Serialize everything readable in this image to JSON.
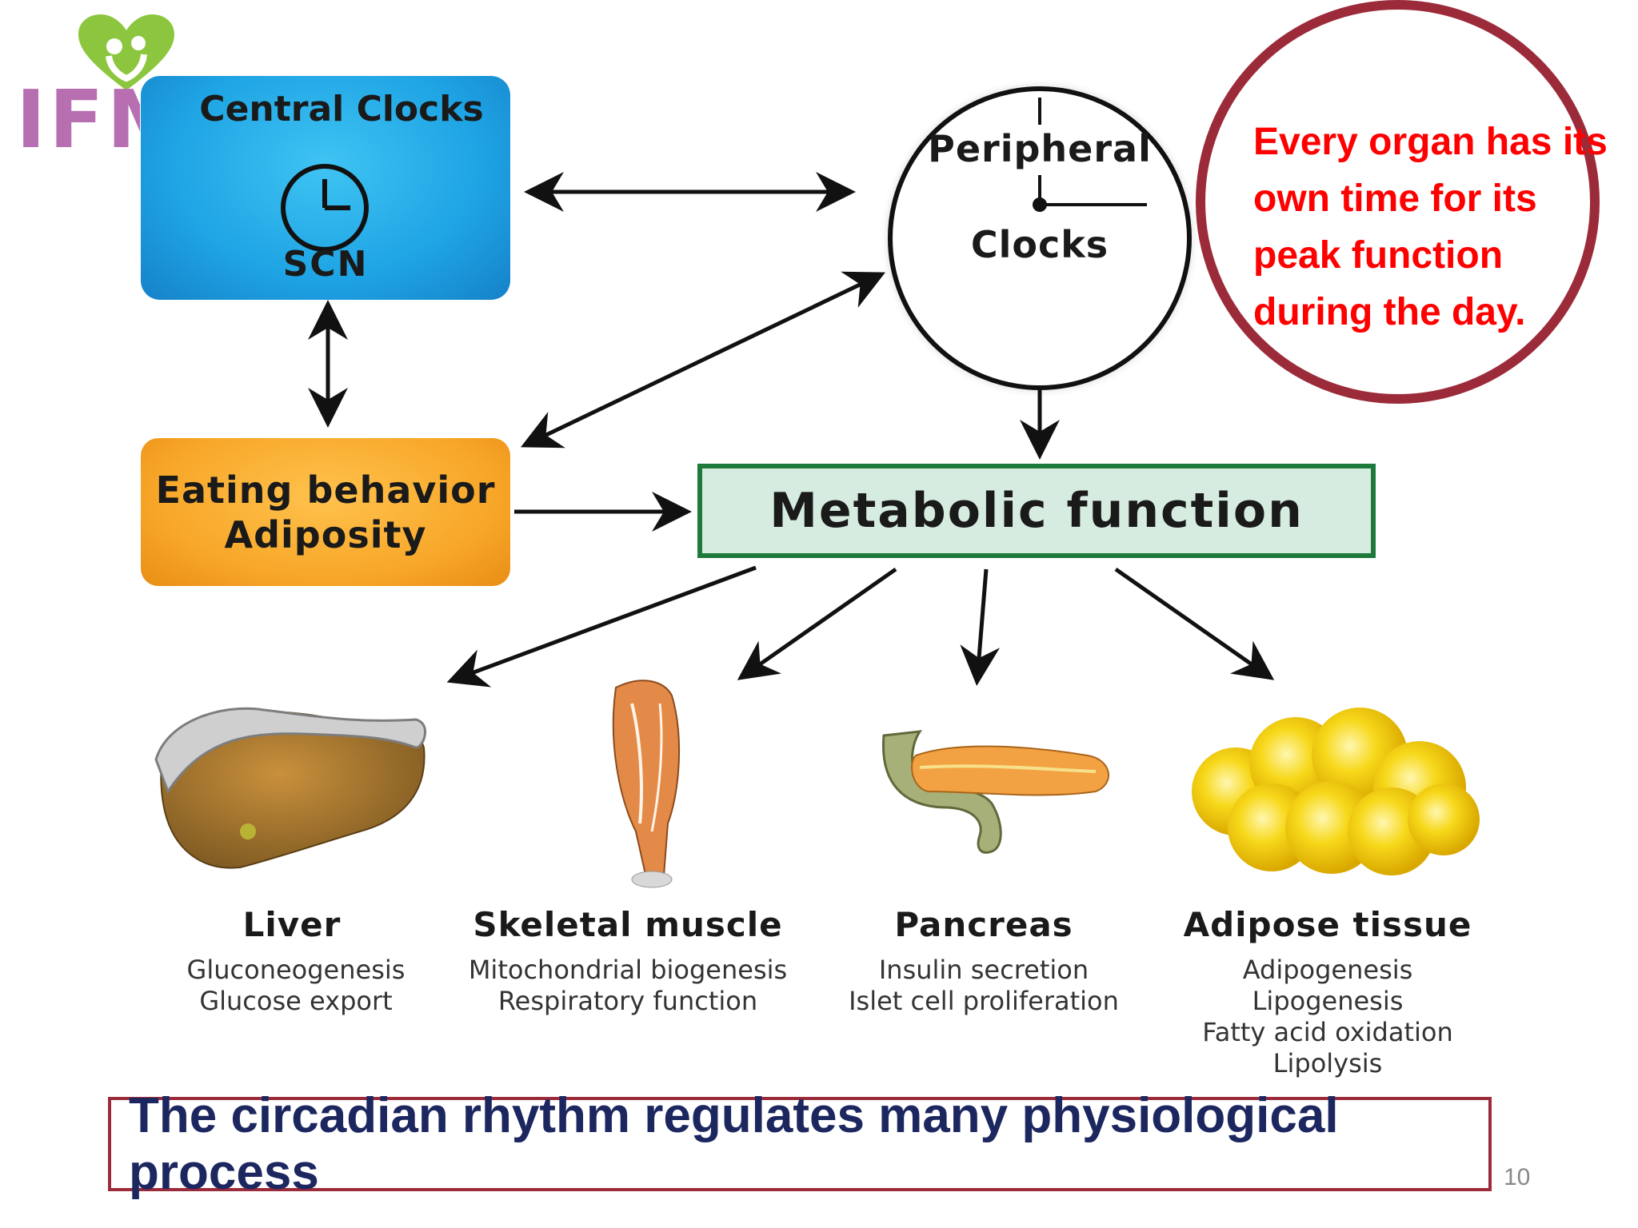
{
  "logo": {
    "text": "IFM",
    "heart_color": "#8cc63f"
  },
  "central_clocks": {
    "title": "Central Clocks",
    "subtitle": "SCN",
    "icon": "clock-icon",
    "color": "#1ea3e4"
  },
  "peripheral_clocks": {
    "line1": "Peripheral",
    "line2": "Clocks",
    "icon": "clock-face"
  },
  "eating": {
    "line1": "Eating behavior",
    "line2": "Adiposity",
    "color": "#f7a628"
  },
  "metabolic": {
    "label": "Metabolic function",
    "border_color": "#1e7a3a",
    "fill_color": "#d6ece0"
  },
  "callout": {
    "text": "Every organ has its own time for its peak function during the day.",
    "color": "#ff0000",
    "ring_color": "#9c2b3a"
  },
  "organs": [
    {
      "name": "Liver",
      "functions": [
        "Gluconeogenesis",
        "Glucose export"
      ]
    },
    {
      "name": "Skeletal muscle",
      "functions": [
        "Mitochondrial biogenesis",
        "Respiratory function"
      ]
    },
    {
      "name": "Pancreas",
      "functions": [
        "Insulin secretion",
        "Islet cell proliferation"
      ]
    },
    {
      "name": "Adipose tissue",
      "functions": [
        "Adipogenesis",
        "Lipogenesis",
        "Fatty acid oxidation",
        "Lipolysis"
      ]
    }
  ],
  "banner": {
    "text": "The circadian rhythm regulates many physiological process",
    "color": "#1c2760"
  },
  "page_number": "10"
}
